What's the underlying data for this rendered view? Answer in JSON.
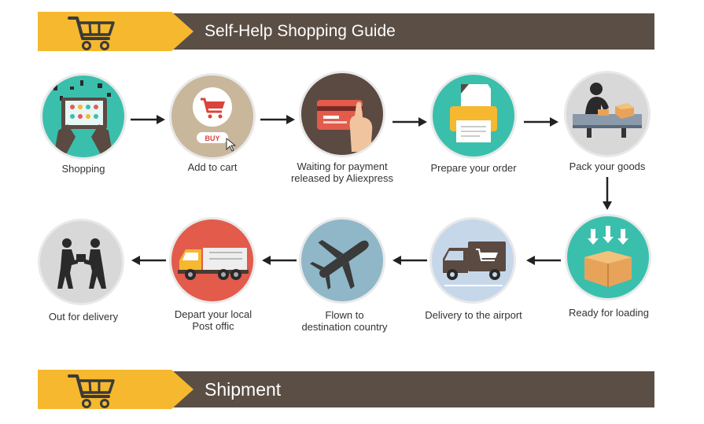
{
  "header": {
    "title": "Self-Help Shopping Guide"
  },
  "footer": {
    "title": "Shipment"
  },
  "steps": [
    {
      "label": "Shopping",
      "icon": "tablet-shopping-icon"
    },
    {
      "label": "Add to cart",
      "icon": "add-to-cart-icon",
      "buy_text": "BUY"
    },
    {
      "label": "Waiting for payment released by Aliexpress",
      "line1": "Waiting for payment",
      "line2": "released by Aliexpress",
      "icon": "credit-card-icon"
    },
    {
      "label": "Prepare your order",
      "icon": "printer-icon"
    },
    {
      "label": "Pack your goods",
      "icon": "packing-worker-icon"
    },
    {
      "label": "Ready for loading",
      "icon": "loading-box-icon"
    },
    {
      "label": "Delivery to the airport",
      "icon": "delivery-van-icon"
    },
    {
      "label": "Flown to destination country",
      "line1": "Flown to",
      "line2": "destination country",
      "icon": "airplane-icon"
    },
    {
      "label": "Depart your local Post offic",
      "line1": "Depart your local",
      "line2": "Post offic",
      "icon": "truck-icon"
    },
    {
      "label": "Out for delivery",
      "icon": "handover-package-icon"
    }
  ],
  "colors": {
    "banner_yellow": "#f5b82e",
    "banner_dark": "#5b4e45",
    "teal": "#3bbfad",
    "tan": "#c9b79c",
    "brown": "#5a4a42",
    "light_blue": "#8fb7c8",
    "light_gray": "#d8d8d8"
  }
}
